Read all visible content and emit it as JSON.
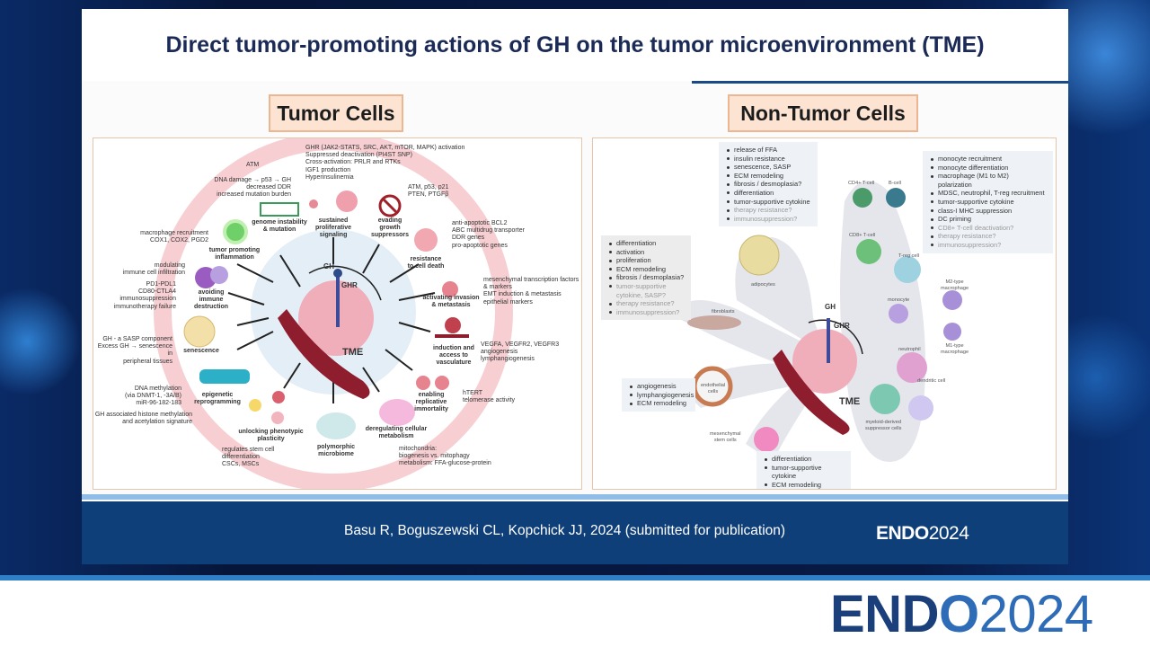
{
  "slide": {
    "title": "Direct tumor-promoting actions of GH on the tumor microenvironment (TME)",
    "left_header": "Tumor Cells",
    "right_header": "Non-Tumor Cells",
    "citation": "Basu R, Boguszewski CL, Kopchick JJ, 2024 (submitted for publication)",
    "logo_endo": "END",
    "logo_o": "O",
    "logo_year": "2024"
  },
  "tumor": {
    "core": {
      "gh": "GH",
      "ghr": "GHR",
      "tme": "TME"
    },
    "hallmarks": [
      "genome instability\n& mutation",
      "sustained\nproliferative\nsignaling",
      "evading\ngrowth\nsuppressors",
      "resistance\nto cell death",
      "activating invasion\n& metastasis",
      "induction and\naccess to\nvasculature",
      "enabling\nreplicative\nimmortality",
      "deregulating cellular\nmetabolism",
      "polymorphic\nmicrobiome",
      "unlocking phenotypic\nplasticity",
      "epigenetic\nreprogramming",
      "senescence",
      "avoiding\nimmune\ndestruction",
      "tumor promoting\ninflammation"
    ],
    "notes": {
      "ghr": "GHR (JAK2-STATS, SRC, AKT, mTOR, MAPK) activation\nSuppressed deactivation (PI4ST SNP)\nCross-activation: PRLR and RTKs\nIGF1 production\nHyperinsulinemia",
      "atm_top": "ATM",
      "dna": "DNA damage → p53 → GH\ndecreased DDR\nincreased mutation burden",
      "atm": "ATM, p53, p21\nPTEN, PTGFβ",
      "macrophage": "macrophage recruitment\nCOX1, COX2, PGD2",
      "modulating": "modulating\nimmune cell infiltration",
      "pd1": "PD1-PDL1\nCD80-CTLA4\nimmunosuppression\nimmunotherapy failure",
      "sasp": "GH - a SASP component\nExcess GH → senescence in\nperipheral tissues",
      "methylation": "DNA methylation\n(via DNMT-1, -3A/B)\nmiR-96-182-183",
      "histone": "GH associated histone methylation\nand acetylation signature",
      "stem": "regulates stem cell\ndifferentiation\nCSCs, MSCs",
      "apoptotic": "anti-apoptotic BCL2\nABC multidrug transporter\nDDR genes\npro-apoptotic genes",
      "mesenchymal": "mesenchymal transcription factors\n& markers\nEMT induction & metastasis\nepithelial markers",
      "vegfa": "VEGFA, VEGFR2, VEGFR3\nangiogenesis\nlymphangiogenesis",
      "htert": "hTERT\ntelomerase activity",
      "mito": "mitochondria:\nbiogenesis vs. mitophagy\nmetabolism: FFA-glucose-protein"
    }
  },
  "nontumor": {
    "core": {
      "gh": "GH",
      "ghr": "GHR",
      "tme": "TME"
    },
    "adipocyte_box": [
      {
        "t": "release of FFA"
      },
      {
        "t": "insulin resistance"
      },
      {
        "t": "senescence, SASP"
      },
      {
        "t": "ECM remodeling"
      },
      {
        "t": "fibrosis / desmoplasia?"
      },
      {
        "t": "differentiation"
      },
      {
        "t": "tumor-supportive cytokine"
      },
      {
        "t": "therapy resistance?",
        "dim": true
      },
      {
        "t": "immunosuppression?",
        "dim": true
      }
    ],
    "fibroblast_box": [
      {
        "t": "differentiation"
      },
      {
        "t": "activation"
      },
      {
        "t": "proliferation"
      },
      {
        "t": "ECM remodeling"
      },
      {
        "t": "fibrosis / desmoplasia?"
      },
      {
        "t": "tumor-supportive\ncytokine, SASP?",
        "dim": true
      },
      {
        "t": "therapy resistance?",
        "dim": true
      },
      {
        "t": "immunosuppression?",
        "dim": true
      }
    ],
    "immune_box": [
      {
        "t": "monocyte recruitment"
      },
      {
        "t": "monocyte differentiation"
      },
      {
        "t": "macrophage (M1 to M2)\npolarization"
      },
      {
        "t": "MDSC, neutrophil, T-reg recruitment"
      },
      {
        "t": "tumor-supportive cytokine"
      },
      {
        "t": "class-I MHC suppression"
      },
      {
        "t": "DC priming"
      },
      {
        "t": "CD8+ T-cell deactivation?",
        "dim": true
      },
      {
        "t": "therapy resistance?",
        "dim": true
      },
      {
        "t": "immunosuppression?",
        "dim": true
      }
    ],
    "endothelial_box": [
      {
        "t": "angiogenesis"
      },
      {
        "t": "lymphangiogenesis"
      },
      {
        "t": "ECM remodeling"
      }
    ],
    "msc_box": [
      {
        "t": "differentiation"
      },
      {
        "t": "tumor-supportive cytokine"
      },
      {
        "t": "ECM remodeling"
      }
    ],
    "cells": {
      "adipocytes": "adipocytes",
      "fibroblasts": "fibroblasts",
      "endothelial": "endothelial\ncells",
      "msc": "mesenchymal\nstem cells",
      "cd4": "CD4+ T-cell",
      "bcell": "B-cell",
      "cd8": "CD8+ T-cell",
      "treg": "T-reg cell",
      "monocyte": "monocyte",
      "m2": "M2-type\nmacrophage",
      "m1": "M1-type\nmacrophage",
      "neutrophil": "neutrophil",
      "dendritic": "dendritic cell",
      "mdsc": "myeloid-derived\nsuppressor cells"
    }
  },
  "colors": {
    "title": "#1b2a56",
    "footer": "#0f3f78",
    "ring": "#f6c9cc",
    "header_bg": "#fde4d2",
    "accent_blue": "#2f7fc6"
  }
}
